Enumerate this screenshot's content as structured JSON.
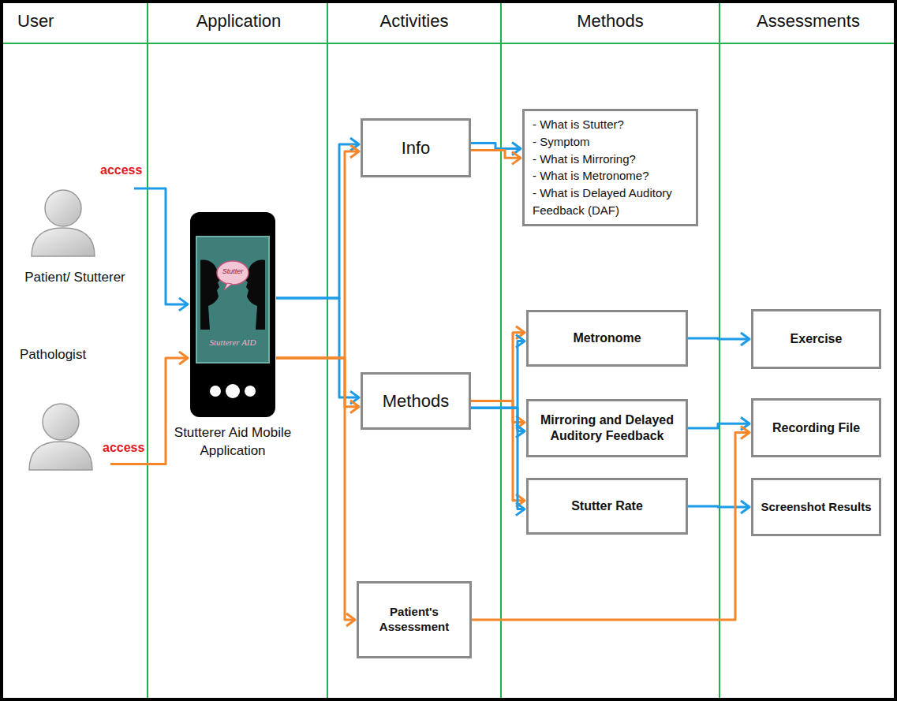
{
  "diagram": {
    "nodes": [
      {
        "text": [
          "Patient/ Stutterer"
        ]
      },
      {
        "text": [
          "Pathologist"
        ]
      },
      {
        "text": [
          "Stutter",
          "Stutterer AID",
          "Stutterer Aid Mobile Application"
        ]
      },
      {
        "text": [
          "Info"
        ]
      },
      {
        "text": [
          "- What is Stutter?",
          "- Symptom",
          "- What is Mirroring?",
          "- What is Metronome?",
          "- What is Delayed Auditory Feedback (DAF)"
        ]
      },
      {
        "text": [
          "Methods"
        ]
      },
      {
        "text": [
          "Patient's Assessment"
        ]
      },
      {
        "text": [
          "Metronome"
        ]
      },
      {
        "text": [
          "Mirroring and Delayed Auditory Feedback"
        ]
      },
      {
        "text": [
          "Stutter Rate"
        ]
      },
      {
        "text": [
          "Exercise"
        ]
      },
      {
        "text": [
          "Recording File"
        ]
      },
      {
        "text": [
          "Screenshot Results"
        ]
      }
    ],
    "edges": [
      {
        "from": 0,
        "to": 2,
        "label": "access",
        "arrow": "to"
      },
      {
        "from": 1,
        "to": 2,
        "label": "access",
        "arrow": "to"
      },
      {
        "from": 2,
        "to": 3,
        "arrow": "to"
      },
      {
        "from": 2,
        "to": 3,
        "arrow": "to"
      },
      {
        "from": 2,
        "to": 5,
        "arrow": "to"
      },
      {
        "from": 2,
        "to": 5,
        "arrow": "to"
      },
      {
        "from": 2,
        "to": 6,
        "arrow": "to"
      },
      {
        "from": 3,
        "to": 4,
        "arrow": "to"
      },
      {
        "from": 3,
        "to": 4,
        "arrow": "to"
      },
      {
        "from": 5,
        "to": 7,
        "arrow": "to"
      },
      {
        "from": 5,
        "to": 8,
        "arrow": "to"
      },
      {
        "from": 5,
        "to": 9,
        "arrow": "to"
      },
      {
        "from": 5,
        "to": 7,
        "arrow": "to"
      },
      {
        "from": 5,
        "to": 8,
        "arrow": "to"
      },
      {
        "from": 5,
        "to": 9,
        "arrow": "to"
      },
      {
        "from": 7,
        "to": 10,
        "arrow": "to"
      },
      {
        "from": 8,
        "to": 11,
        "arrow": "to"
      },
      {
        "from": 9,
        "to": 12,
        "arrow": "to"
      },
      {
        "from": 6,
        "to": 11,
        "arrow": "to"
      }
    ],
    "labels": [
      "User",
      "Application",
      "Activities",
      "Methods",
      "Assessments"
    ]
  }
}
